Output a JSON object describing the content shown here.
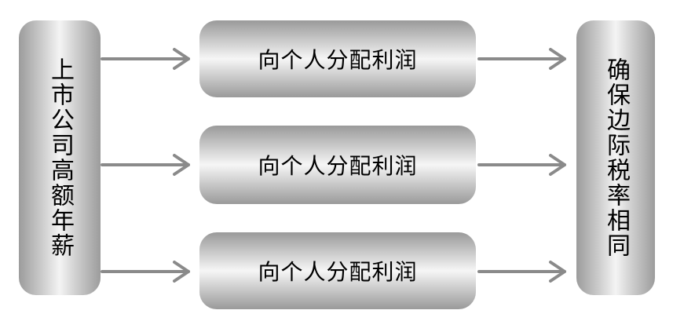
{
  "diagram": {
    "source_label": "上市公司高额年薪",
    "target_label": "确保边际税率相同",
    "branches": [
      {
        "label": "向个人分配利润"
      },
      {
        "label": "向个人分配利润"
      },
      {
        "label": "向个人分配利润"
      }
    ],
    "colors": {
      "arrow": "#8a8a8a",
      "box_dark": "#9c9c9c",
      "box_light": "#f4f4f4"
    }
  }
}
